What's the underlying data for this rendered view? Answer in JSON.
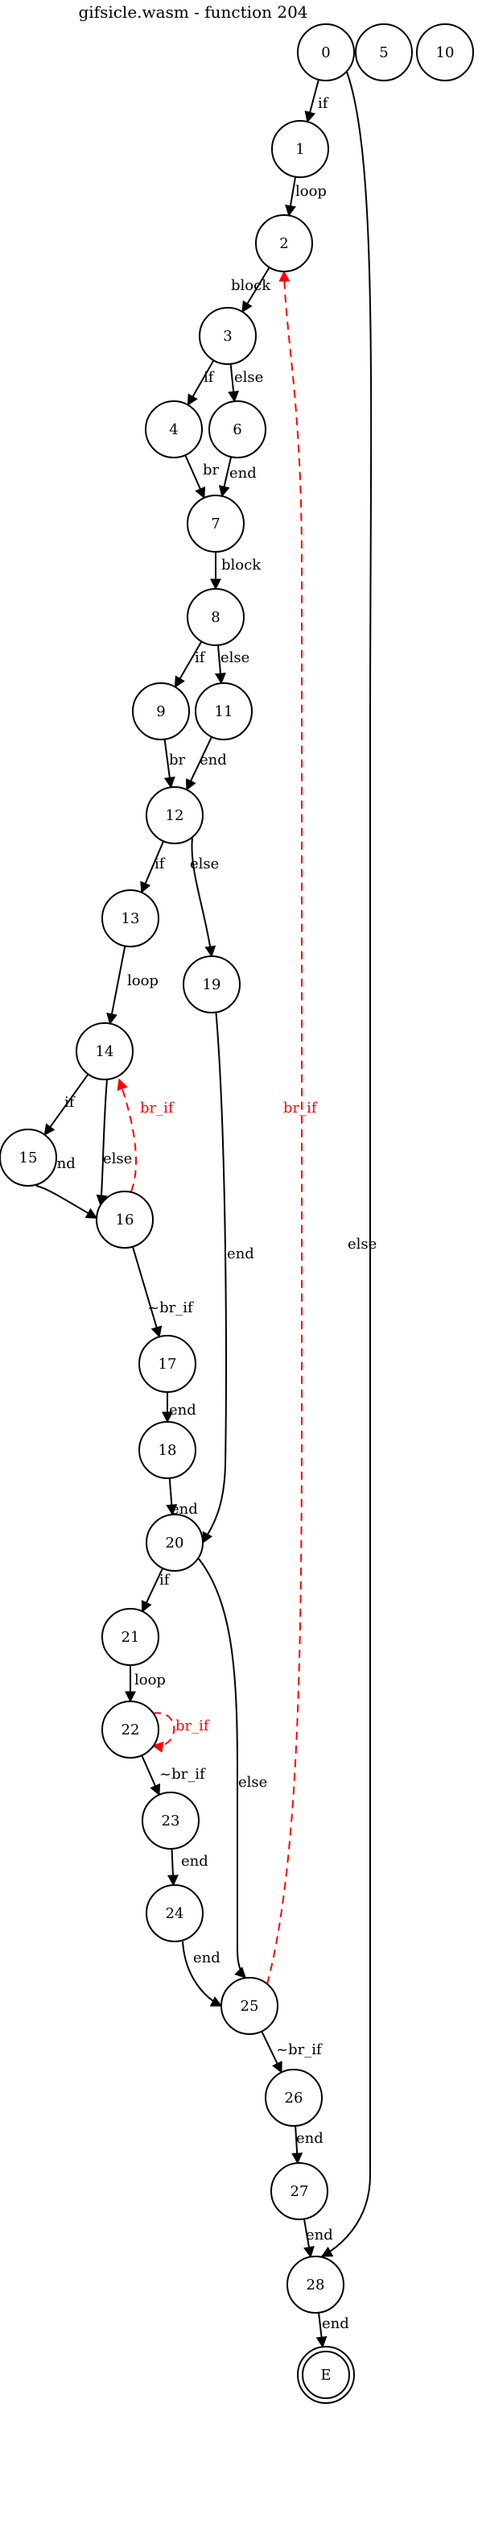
{
  "title": "gifsicle.wasm - function 204",
  "colors": {
    "normal_edge": "#000000",
    "back_edge": "#ff0000",
    "node_fill": "#ffffff"
  },
  "nodes": [
    "0",
    "1",
    "2",
    "3",
    "4",
    "5",
    "6",
    "7",
    "8",
    "9",
    "10",
    "11",
    "12",
    "13",
    "14",
    "15",
    "16",
    "17",
    "18",
    "19",
    "20",
    "21",
    "22",
    "23",
    "24",
    "25",
    "26",
    "27",
    "28",
    "E"
  ],
  "exit_node": "E",
  "edges": [
    {
      "from": "0",
      "to": "1",
      "label": "if",
      "kind": "normal"
    },
    {
      "from": "0",
      "to": "28",
      "label": "else",
      "kind": "normal"
    },
    {
      "from": "1",
      "to": "2",
      "label": "loop",
      "kind": "normal"
    },
    {
      "from": "2",
      "to": "3",
      "label": "block",
      "kind": "normal"
    },
    {
      "from": "3",
      "to": "4",
      "label": "if",
      "kind": "normal"
    },
    {
      "from": "3",
      "to": "6",
      "label": "else",
      "kind": "normal"
    },
    {
      "from": "4",
      "to": "7",
      "label": "br",
      "kind": "normal"
    },
    {
      "from": "6",
      "to": "7",
      "label": "end",
      "kind": "normal"
    },
    {
      "from": "7",
      "to": "8",
      "label": "block",
      "kind": "normal"
    },
    {
      "from": "8",
      "to": "9",
      "label": "if",
      "kind": "normal"
    },
    {
      "from": "8",
      "to": "11",
      "label": "else",
      "kind": "normal"
    },
    {
      "from": "9",
      "to": "12",
      "label": "br",
      "kind": "normal"
    },
    {
      "from": "11",
      "to": "12",
      "label": "end",
      "kind": "normal"
    },
    {
      "from": "12",
      "to": "13",
      "label": "if",
      "kind": "normal"
    },
    {
      "from": "12",
      "to": "19",
      "label": "else",
      "kind": "normal"
    },
    {
      "from": "13",
      "to": "14",
      "label": "loop",
      "kind": "normal"
    },
    {
      "from": "14",
      "to": "15",
      "label": "if",
      "kind": "normal"
    },
    {
      "from": "14",
      "to": "16",
      "label": "else",
      "kind": "normal"
    },
    {
      "from": "15",
      "to": "16",
      "label": "end",
      "kind": "normal"
    },
    {
      "from": "16",
      "to": "14",
      "label": "br_if",
      "kind": "back"
    },
    {
      "from": "16",
      "to": "17",
      "label": "~br_if",
      "kind": "normal"
    },
    {
      "from": "17",
      "to": "18",
      "label": "end",
      "kind": "normal"
    },
    {
      "from": "18",
      "to": "20",
      "label": "end",
      "kind": "normal"
    },
    {
      "from": "19",
      "to": "20",
      "label": "end",
      "kind": "normal"
    },
    {
      "from": "20",
      "to": "21",
      "label": "if",
      "kind": "normal"
    },
    {
      "from": "20",
      "to": "25",
      "label": "else",
      "kind": "normal"
    },
    {
      "from": "21",
      "to": "22",
      "label": "loop",
      "kind": "normal"
    },
    {
      "from": "22",
      "to": "22",
      "label": "br_if",
      "kind": "back"
    },
    {
      "from": "22",
      "to": "23",
      "label": "~br_if",
      "kind": "normal"
    },
    {
      "from": "23",
      "to": "24",
      "label": "end",
      "kind": "normal"
    },
    {
      "from": "24",
      "to": "25",
      "label": "end",
      "kind": "normal"
    },
    {
      "from": "25",
      "to": "2",
      "label": "br_if",
      "kind": "back"
    },
    {
      "from": "25",
      "to": "26",
      "label": "~br_if",
      "kind": "normal"
    },
    {
      "from": "26",
      "to": "27",
      "label": "end",
      "kind": "normal"
    },
    {
      "from": "27",
      "to": "28",
      "label": "end",
      "kind": "normal"
    },
    {
      "from": "28",
      "to": "E",
      "label": "end",
      "kind": "normal"
    }
  ]
}
